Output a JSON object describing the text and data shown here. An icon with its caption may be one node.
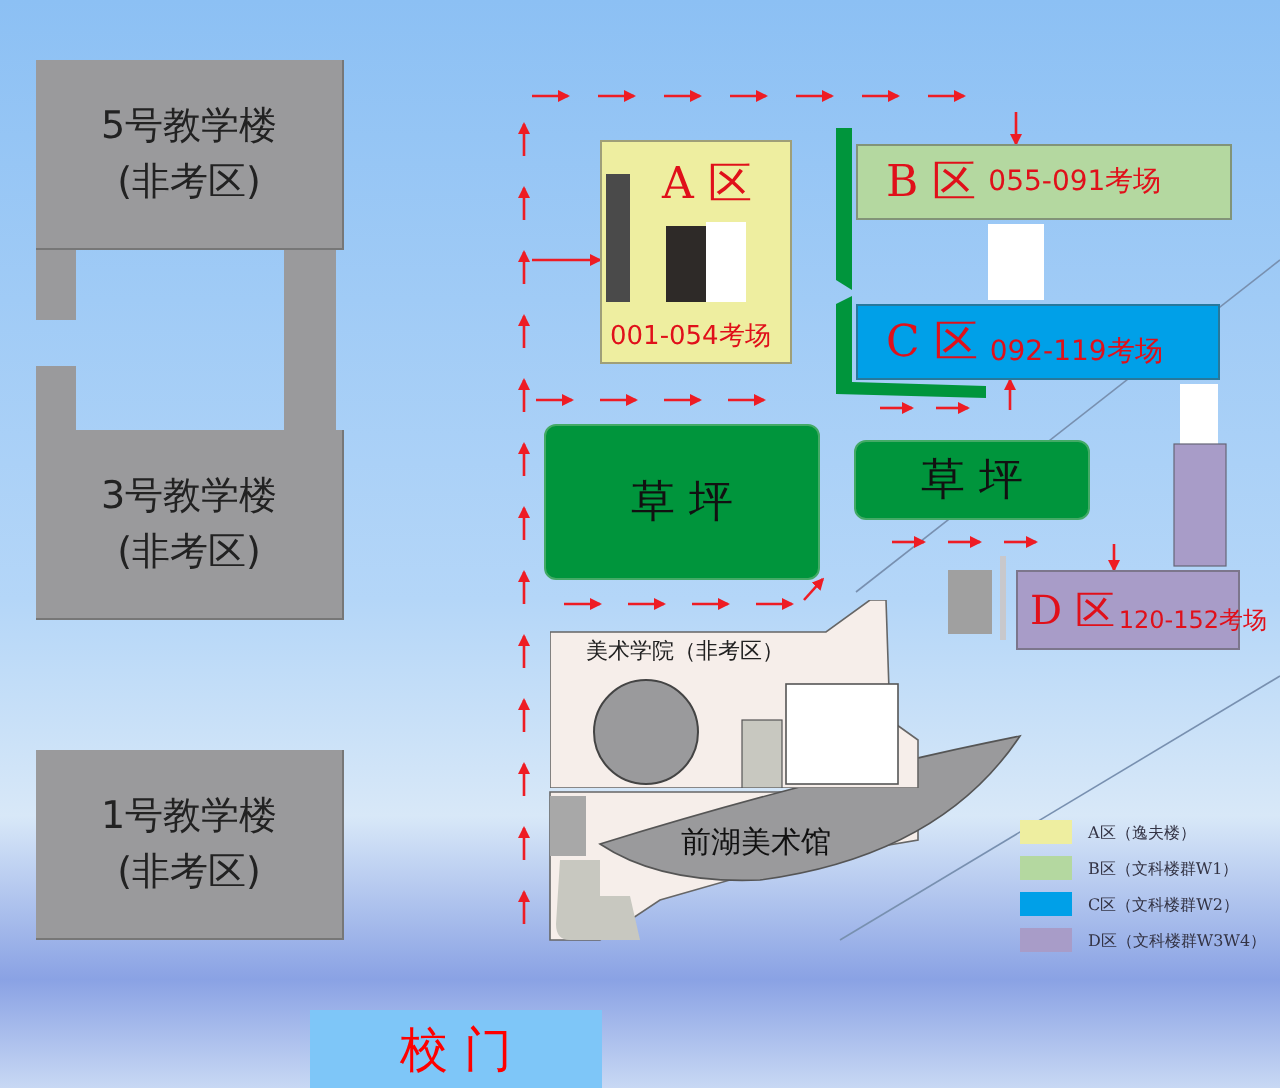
{
  "diagram": {
    "nodes": [
      {
        "text": [
          "5号教学楼 (非考区)"
        ]
      },
      {
        "text": [
          "3号教学楼 (非考区)"
        ]
      },
      {
        "text": [
          "1号教学楼 (非考区)"
        ]
      },
      {
        "text": [
          "A 区",
          "001-054考场"
        ]
      },
      {
        "text": [
          "B 区",
          "055-091考场"
        ]
      },
      {
        "text": [
          "C 区",
          "092-119考场"
        ]
      },
      {
        "text": [
          "草 坪"
        ]
      },
      {
        "text": [
          "草 坪"
        ]
      },
      {
        "text": [
          "D 区",
          "120-152考场"
        ]
      },
      {
        "text": [
          "美术学院（非考区）"
        ]
      },
      {
        "text": [
          "前湖美术馆"
        ]
      },
      {
        "text": [
          "校 门"
        ]
      }
    ],
    "edges": [
      {
        "from": null,
        "to": 3,
        "arrow": "to"
      },
      {
        "from": null,
        "to": 4,
        "arrow": "to"
      },
      {
        "from": null,
        "to": 5,
        "arrow": "to"
      },
      {
        "from": null,
        "to": 8,
        "arrow": "to"
      }
    ],
    "legend": [
      {
        "text": "A区（逸夫楼）",
        "color": "#eeeea0"
      },
      {
        "text": "B区（文科楼群W1）",
        "color": "#b4d8a0"
      },
      {
        "text": "C区（文科楼群W2）",
        "color": "#00a0e8"
      },
      {
        "text": "D区（文科楼群W3W4）",
        "color": "#a89cc8"
      }
    ]
  }
}
